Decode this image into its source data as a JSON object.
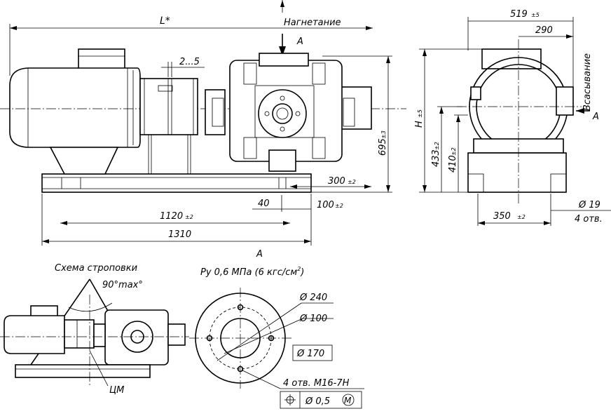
{
  "labels": {
    "length": "L*",
    "discharge": "Нагнетание",
    "view_a_top": "A",
    "gap": "2...5",
    "height_695": "695",
    "height_695_tol": "±3",
    "dist_300": "300",
    "dist_300_tol": "±2",
    "dist_40": "40",
    "dist_100": "100",
    "dist_100_tol": "±2",
    "dist_1120": "1120",
    "dist_1120_tol": "±2",
    "dist_1310": "1310",
    "width_519": "519",
    "width_519_tol": "±5",
    "width_290": "290",
    "suction": "Всасывание",
    "view_a_side": "A",
    "height_h": "H",
    "height_h_tol": "±5",
    "height_433": "433",
    "height_433_tol": "±2",
    "height_410": "410",
    "height_410_tol": "±2",
    "dist_350": "350",
    "dist_350_tol": "±2",
    "hole_dia": "Ø 19",
    "hole_count": "4 отв.",
    "view_a_bottom": "A",
    "sling_title": "Схема строповки",
    "sling_angle": "90°max°",
    "center_mass": "ЦМ",
    "pressure": "Ру 0,6 МПа (6 кгс/см",
    "pressure_sup": "2",
    "pressure_end": ")",
    "flange_240": "Ø 240",
    "flange_100": "Ø 100",
    "flange_170": "Ø 170",
    "flange_holes": "4 отв. М16-7Н",
    "tol_position": "Ø 0,5",
    "tol_modifier": "М"
  }
}
